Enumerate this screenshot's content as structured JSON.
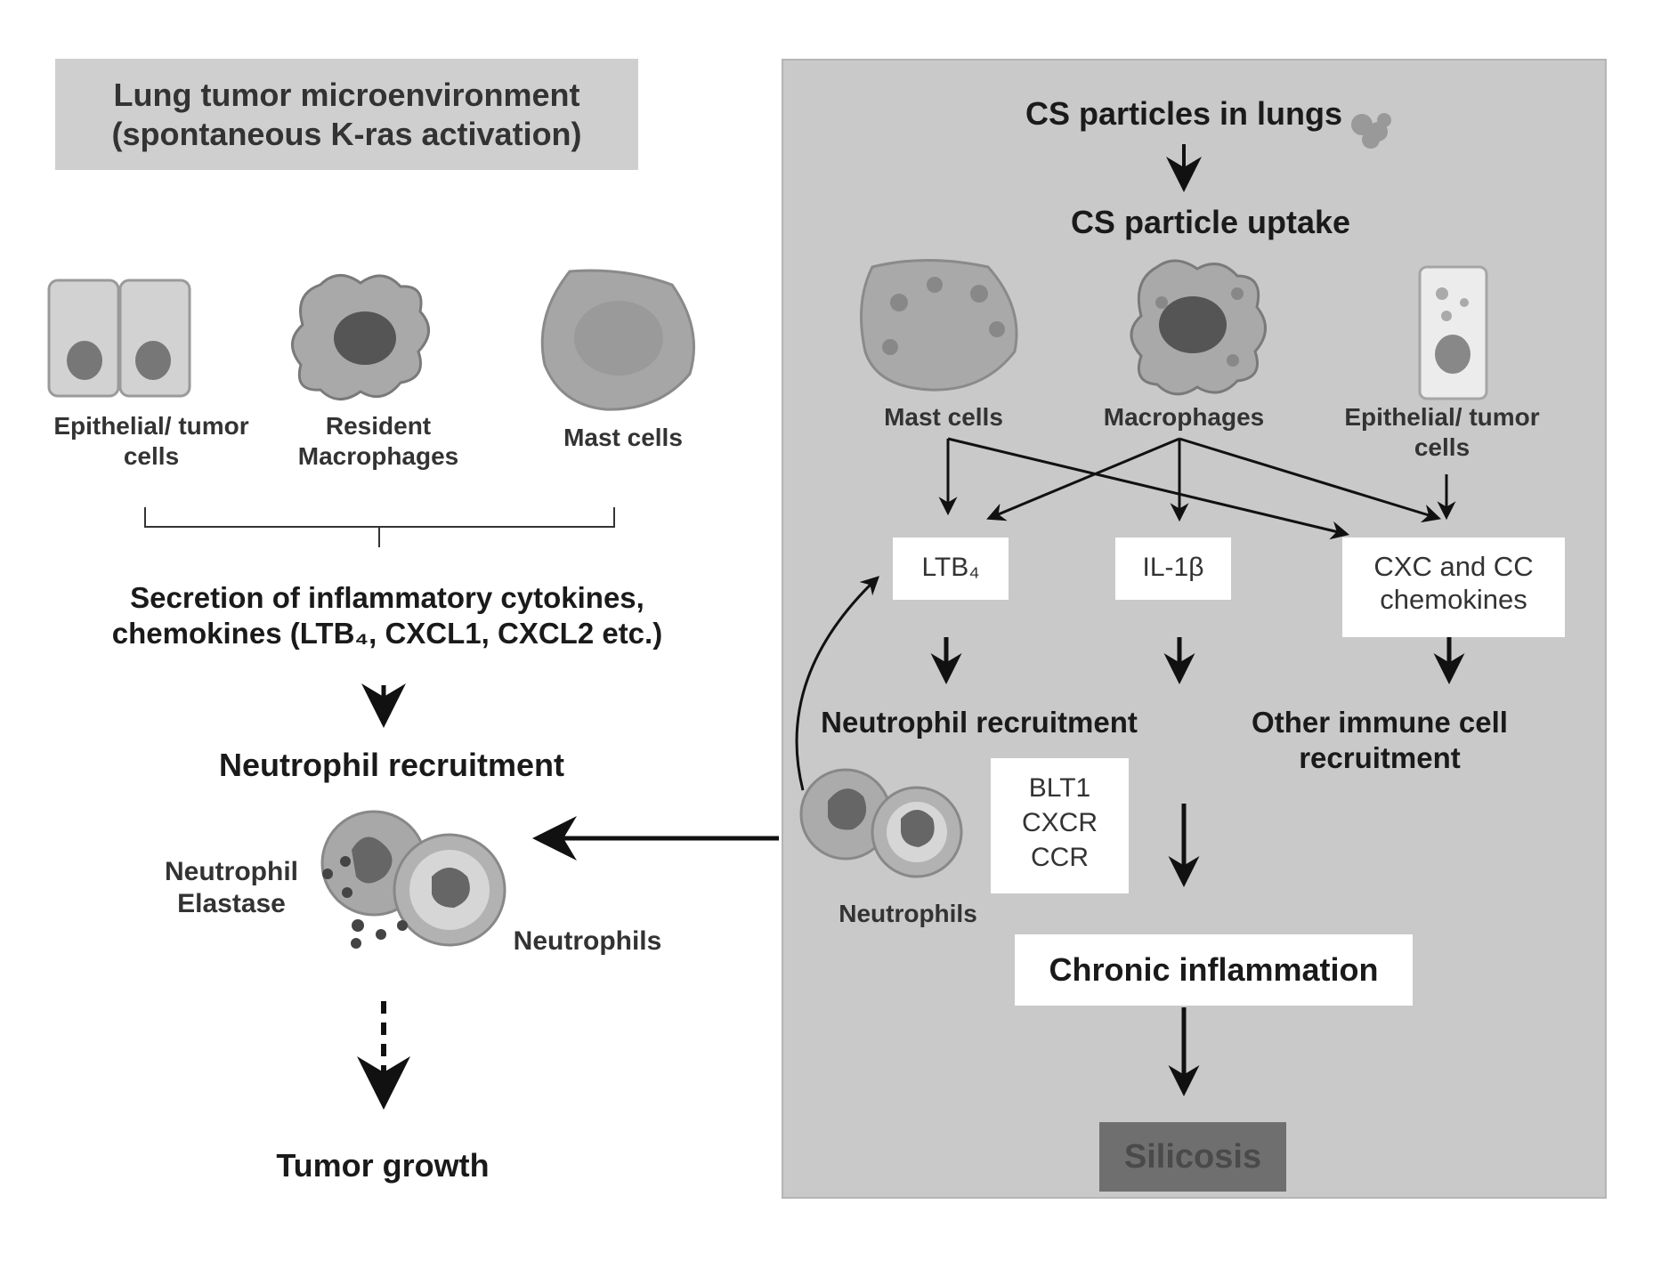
{
  "left": {
    "title_line1": "Lung tumor microenvironment",
    "title_line2": "(spontaneous K-ras activation)",
    "cell_epithelial_line1": "Epithelial/ tumor",
    "cell_epithelial_line2": "cells",
    "cell_macrophage_line1": "Resident",
    "cell_macrophage_line2": "Macrophages",
    "cell_mast": "Mast cells",
    "secretion_line1": "Secretion of inflammatory cytokines,",
    "secretion_line2": "chemokines (LTB₄, CXCL1, CXCL2 etc.)",
    "neutrophil_recruitment": "Neutrophil recruitment",
    "elastase_line1": "Neutrophil",
    "elastase_line2": "Elastase",
    "neutrophils": "Neutrophils",
    "tumor_growth": "Tumor growth"
  },
  "right": {
    "cs_particles": "CS particles in lungs",
    "cs_uptake": "CS particle uptake",
    "mast_cells": "Mast cells",
    "macrophages": "Macrophages",
    "epithelial_line1": "Epithelial/ tumor",
    "epithelial_line2": "cells",
    "ltb4": "LTB₄",
    "il1b": "IL-1β",
    "chemokines_line1": "CXC and CC",
    "chemokines_line2": "chemokines",
    "neutrophil_recruitment": "Neutrophil recruitment",
    "other_immune_line1": "Other immune cell",
    "other_immune_line2": "recruitment",
    "receptor1": "BLT1",
    "receptor2": "CXCR",
    "receptor3": "CCR",
    "neutrophils": "Neutrophils",
    "chronic_inflammation": "Chronic inflammation",
    "silicosis": "Silicosis"
  },
  "colors": {
    "panel_bg": "#c9c9c9",
    "title_bg": "#cfcfcf",
    "silicosis_bg": "#6f6f6f",
    "arrow": "#111111"
  }
}
